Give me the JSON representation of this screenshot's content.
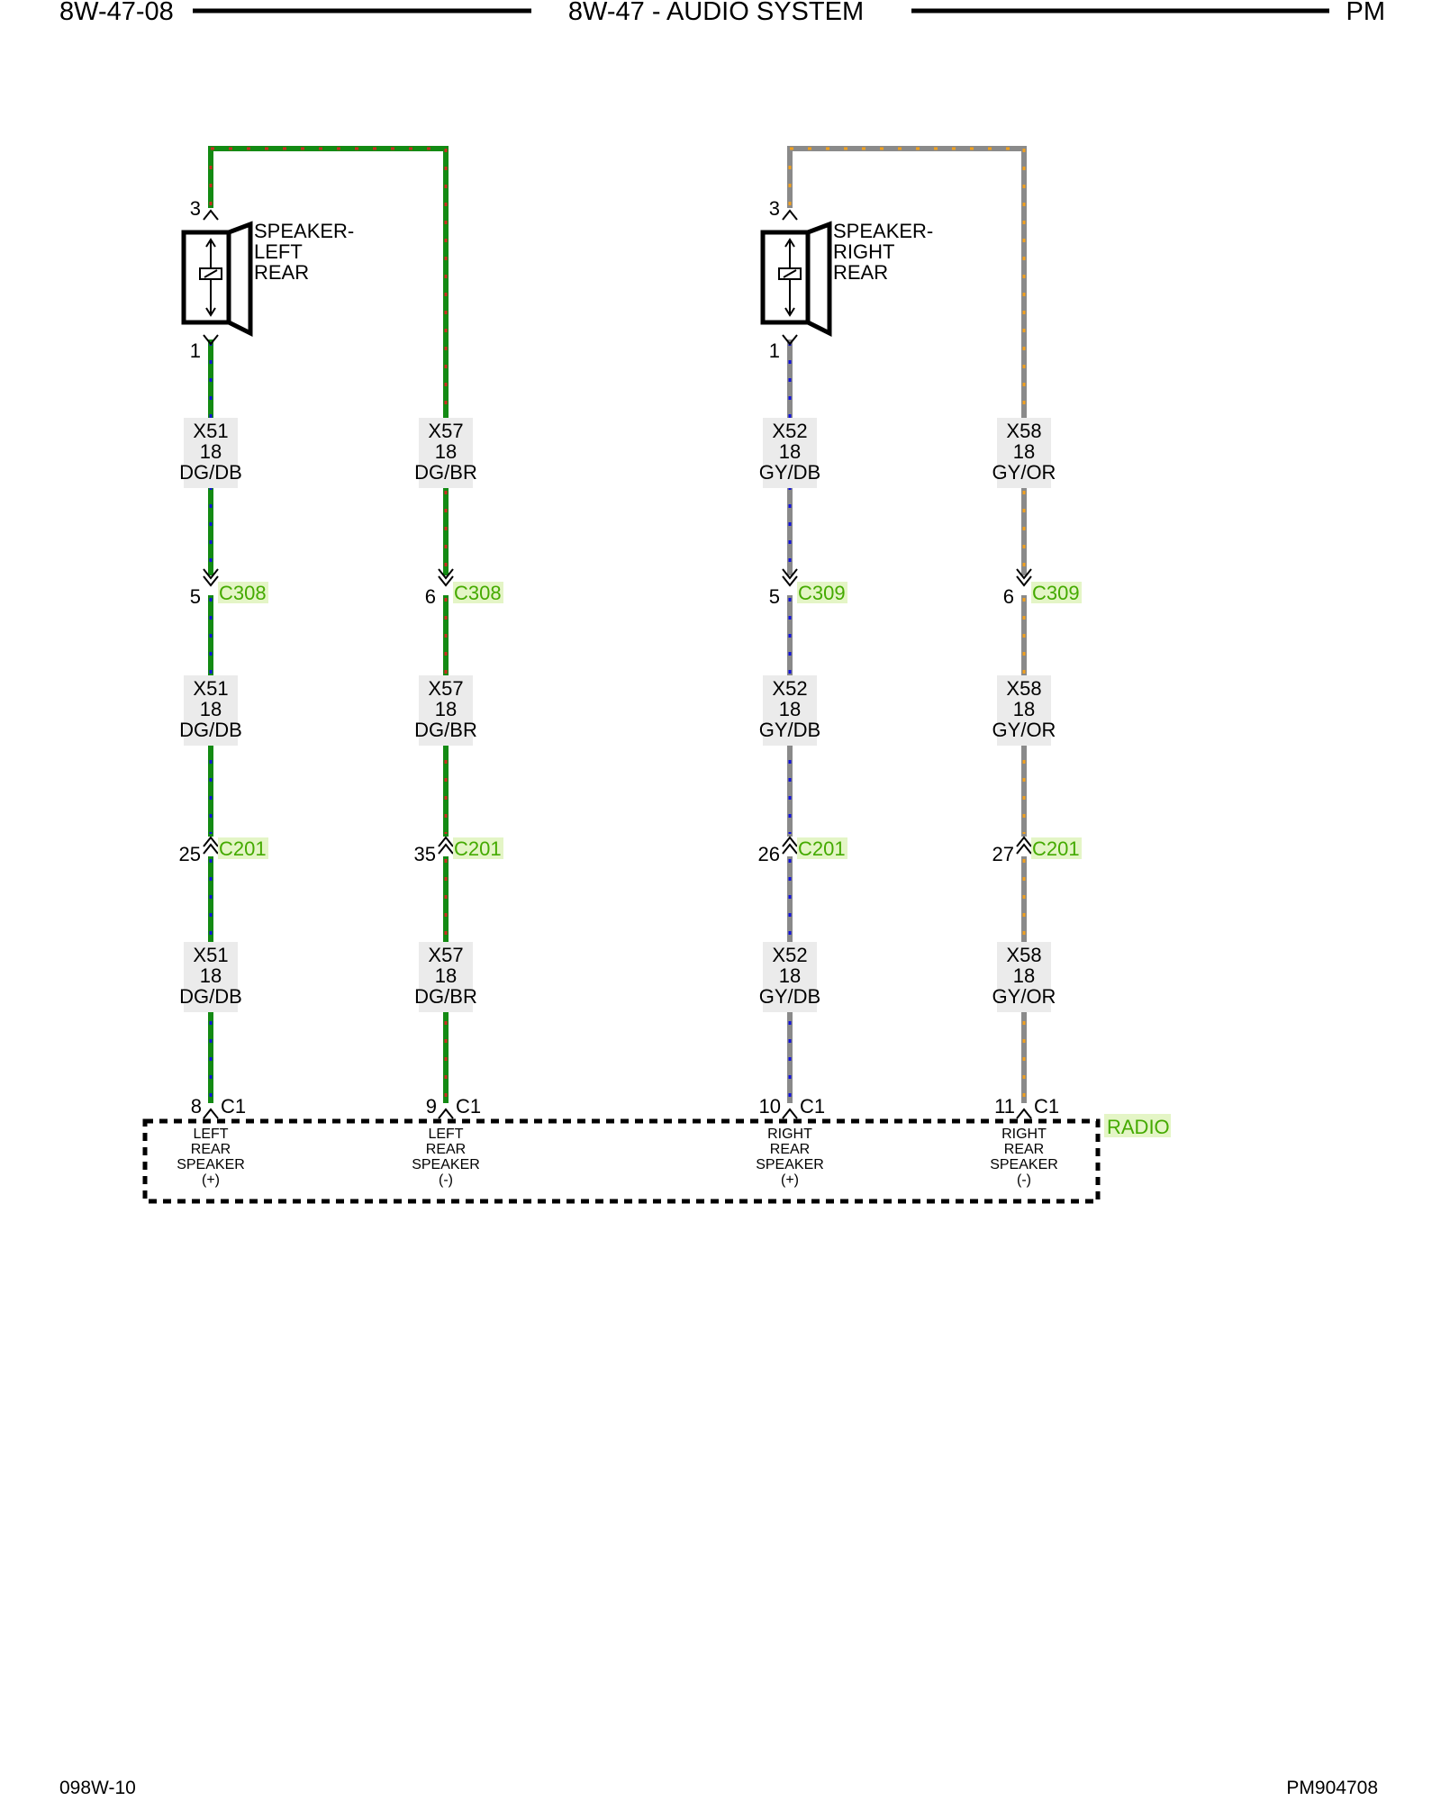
{
  "header": {
    "page_id": "8W-47-08",
    "title": "8W-47 - AUDIO SYSTEM",
    "model": "PM"
  },
  "footer": {
    "left": "098W-10",
    "right": "PM904708"
  },
  "colors": {
    "dg": "#138a13",
    "db": "#1111dd",
    "br": "#cc2a22",
    "gy": "#8a8a8a",
    "or": "#f0a020",
    "connector_label": "#44aa00",
    "label_highlight": "#e4f5c6",
    "wire_label_bg": "#ebebeb"
  },
  "speakers": [
    {
      "name": "SPEAKER-",
      "side": "LEFT",
      "position": "REAR",
      "pin_top": "3",
      "pin_bottom": "1"
    },
    {
      "name": "SPEAKER-",
      "side": "RIGHT",
      "position": "REAR",
      "pin_top": "3",
      "pin_bottom": "1"
    }
  ],
  "circuits": [
    {
      "wire": {
        "circuit": "X51",
        "gauge": "18",
        "color": "DG/DB"
      },
      "c308": {
        "pin": "5",
        "name": "C308"
      },
      "c201": {
        "pin": "25",
        "name": "C201"
      },
      "radio_pin": {
        "pin": "8",
        "name": "C1"
      },
      "function": [
        "LEFT",
        "REAR",
        "SPEAKER",
        "(+)"
      ]
    },
    {
      "wire": {
        "circuit": "X57",
        "gauge": "18",
        "color": "DG/BR"
      },
      "c308": {
        "pin": "6",
        "name": "C308"
      },
      "c201": {
        "pin": "35",
        "name": "C201"
      },
      "radio_pin": {
        "pin": "9",
        "name": "C1"
      },
      "function": [
        "LEFT",
        "REAR",
        "SPEAKER",
        "(-)"
      ]
    },
    {
      "wire": {
        "circuit": "X52",
        "gauge": "18",
        "color": "GY/DB"
      },
      "c308": {
        "pin": "5",
        "name": "C309"
      },
      "c201": {
        "pin": "26",
        "name": "C201"
      },
      "radio_pin": {
        "pin": "10",
        "name": "C1"
      },
      "function": [
        "RIGHT",
        "REAR",
        "SPEAKER",
        "(+)"
      ]
    },
    {
      "wire": {
        "circuit": "X58",
        "gauge": "18",
        "color": "GY/OR"
      },
      "c308": {
        "pin": "6",
        "name": "C309"
      },
      "c201": {
        "pin": "27",
        "name": "C201"
      },
      "radio_pin": {
        "pin": "11",
        "name": "C1"
      },
      "function": [
        "RIGHT",
        "REAR",
        "SPEAKER",
        "(-)"
      ]
    }
  ],
  "radio": {
    "label": "RADIO"
  }
}
